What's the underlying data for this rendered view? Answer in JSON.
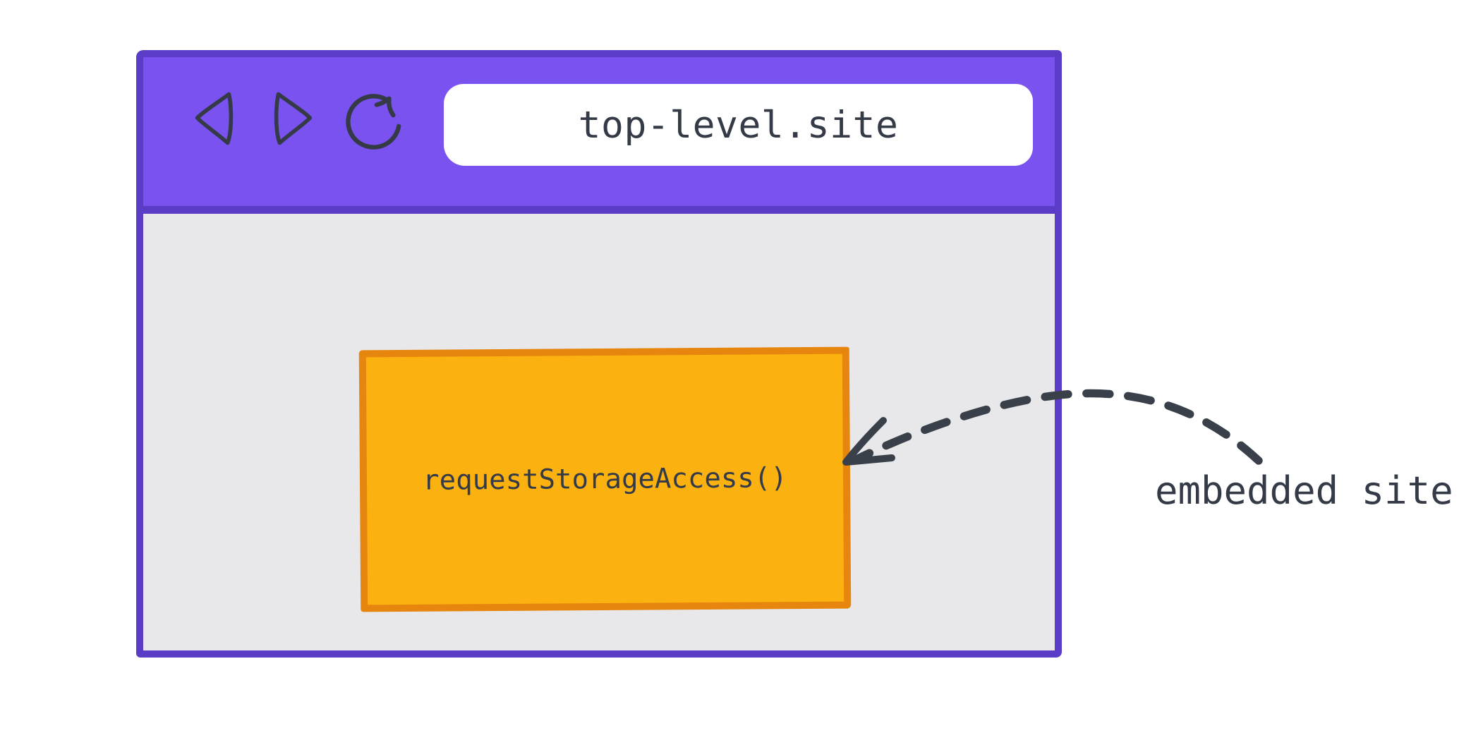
{
  "diagram": {
    "description": "Browser window diagram showing an embedded site calling requestStorageAccess()"
  },
  "browser": {
    "address_bar": {
      "value": "top-level.site"
    },
    "controls": [
      {
        "name": "back-icon"
      },
      {
        "name": "forward-icon"
      },
      {
        "name": "reload-icon"
      }
    ]
  },
  "embed": {
    "label": "requestStorageAccess()"
  },
  "annotation": {
    "label": "embedded site"
  },
  "colors": {
    "toolbar": "#7A52F0",
    "border": "#5B3CC6",
    "viewport": "#E8E8EA",
    "embed": "#FBB110",
    "embed_border": "#E6860E",
    "ink": "#394049",
    "text": "#343B47",
    "addressbar": "#FFFFFF",
    "page": "#FFFFFF"
  }
}
